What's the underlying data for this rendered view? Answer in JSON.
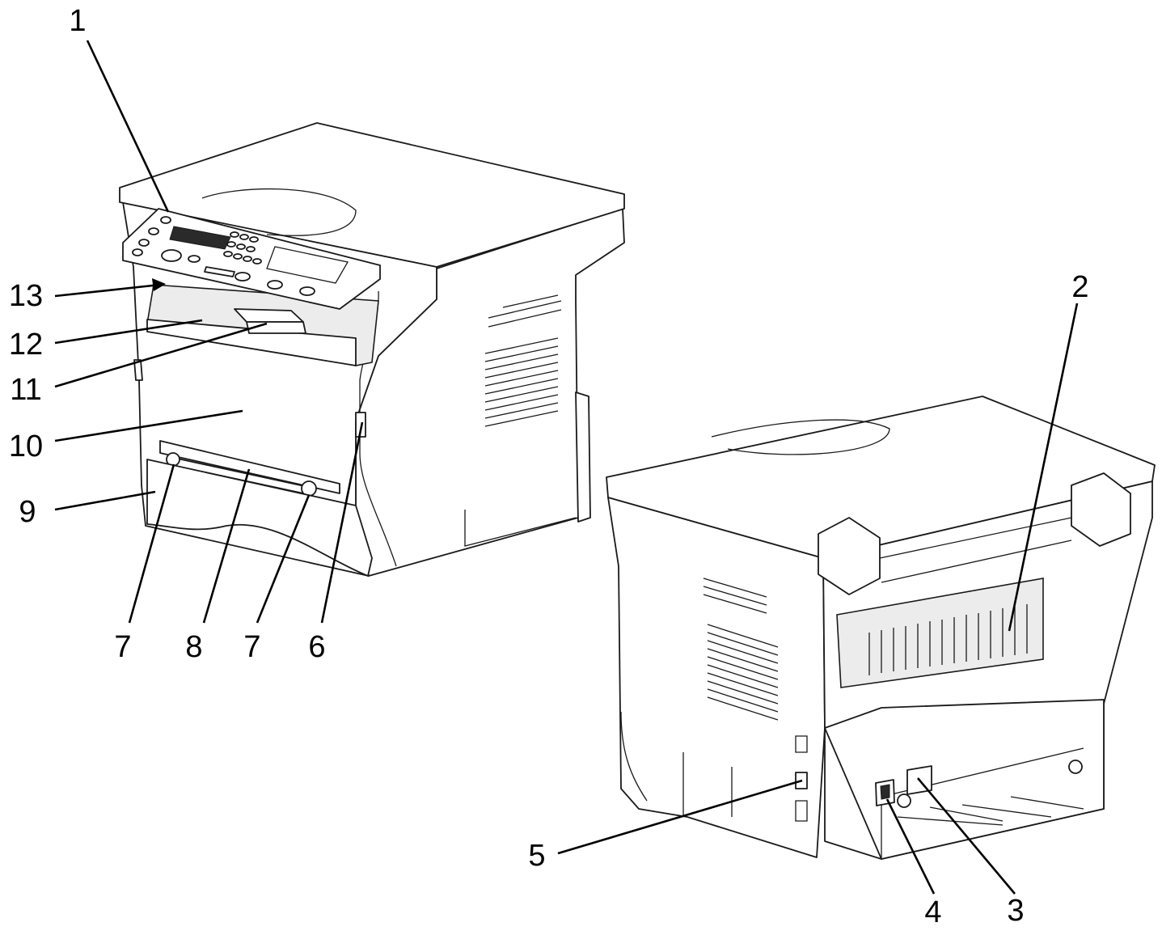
{
  "labels": {
    "front": [
      "1",
      "13",
      "12",
      "11",
      "10",
      "9",
      "7",
      "8",
      "7",
      "6"
    ],
    "rear": [
      "2",
      "5",
      "4",
      "3"
    ]
  }
}
